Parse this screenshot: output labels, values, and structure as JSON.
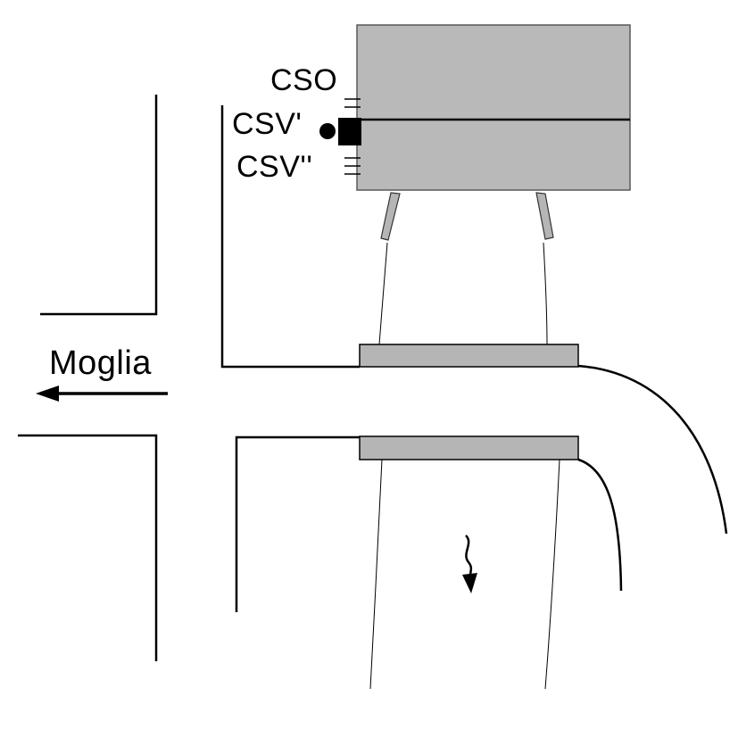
{
  "diagram": {
    "labels": {
      "cso": "CSO",
      "csv_prime": "CSV'",
      "csv_double_prime": "CSV''",
      "moglia": "Moglia"
    },
    "colors": {
      "structure_fill": "#b9b9b9",
      "bridge_fill": "#b5b5b5",
      "gate_fill": "#b5b5b5",
      "line": "#000000",
      "background": "#ffffff"
    }
  }
}
